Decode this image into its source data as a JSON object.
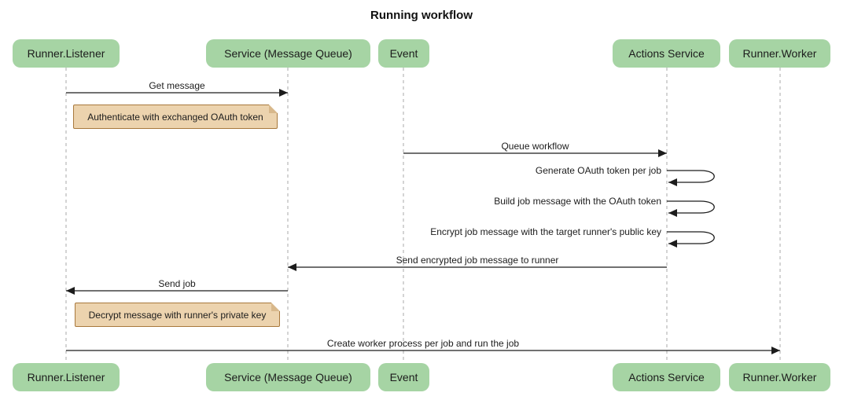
{
  "title": "Running workflow",
  "participants": [
    {
      "name": "Runner.Listener"
    },
    {
      "name": "Service (Message Queue)"
    },
    {
      "name": "Event"
    },
    {
      "name": "Actions Service"
    },
    {
      "name": "Runner.Worker"
    }
  ],
  "messages": [
    {
      "label": "Get message",
      "from": "Runner.Listener",
      "to": "Service (Message Queue)",
      "type": "solid"
    },
    {
      "label": "Queue workflow",
      "from": "Event",
      "to": "Actions Service",
      "type": "solid"
    },
    {
      "label": "Generate OAuth token per job",
      "from": "Actions Service",
      "to": "Actions Service",
      "type": "self"
    },
    {
      "label": "Build job message with the OAuth token",
      "from": "Actions Service",
      "to": "Actions Service",
      "type": "self"
    },
    {
      "label": "Encrypt job message with the target runner's public key",
      "from": "Actions Service",
      "to": "Actions Service",
      "type": "self"
    },
    {
      "label": "Send encrypted job message to runner",
      "from": "Actions Service",
      "to": "Service (Message Queue)",
      "type": "solid"
    },
    {
      "label": "Send job",
      "from": "Service (Message Queue)",
      "to": "Runner.Listener",
      "type": "solid"
    },
    {
      "label": "Create worker process per job and run the job",
      "from": "Runner.Listener",
      "to": "Runner.Worker",
      "type": "solid"
    }
  ],
  "notes": [
    {
      "text": "Authenticate with exchanged OAuth token",
      "over": "Runner.Listener"
    },
    {
      "text": "Decrypt message with runner's private key",
      "over": "Runner.Listener"
    }
  ],
  "colors": {
    "participant_fill": "#a6d4a4",
    "note_fill": "#ecd3ae",
    "note_border": "#a8783c",
    "lifeline": "#aaaaaa",
    "arrow": "#1c1c1c",
    "text": "#1c1c1c",
    "background": "#ffffff"
  }
}
